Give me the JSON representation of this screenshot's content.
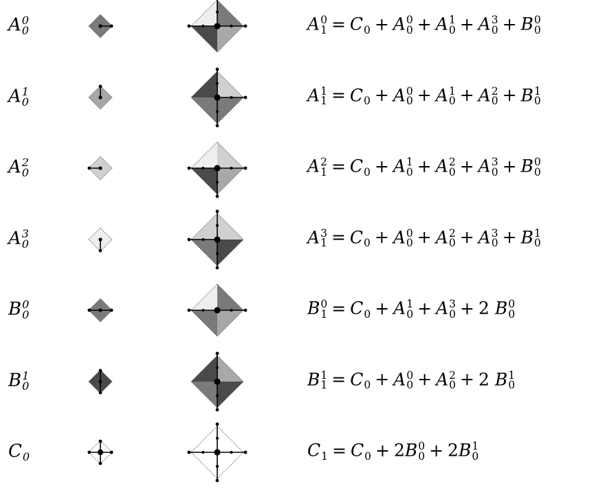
{
  "colors": {
    "dark": "#4a4a4a",
    "mid": "#7a7a7a",
    "light": "#a8a8a8",
    "pale": "#d0d0d0",
    "faint": "#eeeeee",
    "edge": "#555555"
  },
  "rows": [
    {
      "label": {
        "base": "A",
        "sub": "0",
        "sup": "0"
      },
      "small": {
        "fill": "mid",
        "stems": [
          "E"
        ]
      },
      "large": {
        "quads": {
          "N": "faint",
          "E": "mid",
          "S": "light",
          "W": "dark"
        },
        "stems": [
          "N",
          "E",
          "W"
        ]
      },
      "equation": {
        "lhs": {
          "base": "A",
          "sub": "1",
          "sup": "0"
        },
        "terms": [
          {
            "coef": "",
            "base": "C",
            "sub": "0",
            "sup": ""
          },
          {
            "coef": "",
            "base": "A",
            "sub": "0",
            "sup": "0"
          },
          {
            "coef": "",
            "base": "A",
            "sub": "0",
            "sup": "1"
          },
          {
            "coef": "",
            "base": "A",
            "sub": "0",
            "sup": "3"
          },
          {
            "coef": "",
            "base": "B",
            "sub": "0",
            "sup": "0"
          }
        ]
      }
    },
    {
      "label": {
        "base": "A",
        "sub": "0",
        "sup": "1"
      },
      "small": {
        "fill": "light",
        "stems": [
          "N"
        ]
      },
      "large": {
        "quads": {
          "N": "dark",
          "E": "pale",
          "S": "mid",
          "W": "mid"
        },
        "stems": [
          "N",
          "E",
          "S"
        ]
      },
      "equation": {
        "lhs": {
          "base": "A",
          "sub": "1",
          "sup": "1"
        },
        "terms": [
          {
            "coef": "",
            "base": "C",
            "sub": "0",
            "sup": ""
          },
          {
            "coef": "",
            "base": "A",
            "sub": "0",
            "sup": "0"
          },
          {
            "coef": "",
            "base": "A",
            "sub": "0",
            "sup": "1"
          },
          {
            "coef": "",
            "base": "A",
            "sub": "0",
            "sup": "2"
          },
          {
            "coef": "",
            "base": "B",
            "sub": "0",
            "sup": "1"
          }
        ]
      }
    },
    {
      "label": {
        "base": "A",
        "sub": "0",
        "sup": "2"
      },
      "small": {
        "fill": "pale",
        "stems": [
          "W"
        ]
      },
      "large": {
        "quads": {
          "N": "faint",
          "E": "pale",
          "S": "light",
          "W": "dark"
        },
        "stems": [
          "E",
          "S",
          "W"
        ]
      },
      "equation": {
        "lhs": {
          "base": "A",
          "sub": "1",
          "sup": "2"
        },
        "terms": [
          {
            "coef": "",
            "base": "C",
            "sub": "0",
            "sup": ""
          },
          {
            "coef": "",
            "base": "A",
            "sub": "0",
            "sup": "1"
          },
          {
            "coef": "",
            "base": "A",
            "sub": "0",
            "sup": "2"
          },
          {
            "coef": "",
            "base": "A",
            "sub": "0",
            "sup": "3"
          },
          {
            "coef": "",
            "base": "B",
            "sub": "0",
            "sup": "0"
          }
        ]
      }
    },
    {
      "label": {
        "base": "A",
        "sub": "0",
        "sup": "3"
      },
      "small": {
        "fill": "faint",
        "stems": [
          "S"
        ]
      },
      "large": {
        "quads": {
          "N": "pale",
          "E": "pale",
          "S": "dark",
          "W": "mid"
        },
        "stems": [
          "N",
          "S",
          "W"
        ]
      },
      "equation": {
        "lhs": {
          "base": "A",
          "sub": "1",
          "sup": "3"
        },
        "terms": [
          {
            "coef": "",
            "base": "C",
            "sub": "0",
            "sup": ""
          },
          {
            "coef": "",
            "base": "A",
            "sub": "0",
            "sup": "0"
          },
          {
            "coef": "",
            "base": "A",
            "sub": "0",
            "sup": "2"
          },
          {
            "coef": "",
            "base": "A",
            "sub": "0",
            "sup": "3"
          },
          {
            "coef": "",
            "base": "B",
            "sub": "0",
            "sup": "1"
          }
        ]
      }
    },
    {
      "label": {
        "base": "B",
        "sub": "0",
        "sup": "0"
      },
      "small": {
        "fill": "mid",
        "stems": [
          "E",
          "W"
        ]
      },
      "large": {
        "quads": {
          "N": "faint",
          "E": "mid",
          "S": "light",
          "W": "mid"
        },
        "stems": [
          "E",
          "W"
        ]
      },
      "equation": {
        "lhs": {
          "base": "B",
          "sub": "1",
          "sup": "0"
        },
        "terms": [
          {
            "coef": "",
            "base": "C",
            "sub": "0",
            "sup": ""
          },
          {
            "coef": "",
            "base": "A",
            "sub": "0",
            "sup": "1"
          },
          {
            "coef": "",
            "base": "A",
            "sub": "0",
            "sup": "3"
          },
          {
            "coef": "2 ",
            "base": "B",
            "sub": "0",
            "sup": "0"
          }
        ]
      }
    },
    {
      "label": {
        "base": "B",
        "sub": "0",
        "sup": "1"
      },
      "small": {
        "fill": "dark",
        "stems": [
          "N",
          "S"
        ]
      },
      "large": {
        "quads": {
          "N": "dark",
          "E": "light",
          "S": "dark",
          "W": "mid"
        },
        "stems": [
          "N",
          "S"
        ]
      },
      "equation": {
        "lhs": {
          "base": "B",
          "sub": "1",
          "sup": "1"
        },
        "terms": [
          {
            "coef": "",
            "base": "C",
            "sub": "0",
            "sup": ""
          },
          {
            "coef": "",
            "base": "A",
            "sub": "0",
            "sup": "0"
          },
          {
            "coef": "",
            "base": "A",
            "sub": "0",
            "sup": "2"
          },
          {
            "coef": "2 ",
            "base": "B",
            "sub": "0",
            "sup": "1"
          }
        ]
      }
    },
    {
      "label": {
        "base": "C",
        "sub": "0",
        "sup": ""
      },
      "small": {
        "fill": "none",
        "stems": [
          "N",
          "E",
          "S",
          "W"
        ]
      },
      "large": {
        "quads": {
          "N": "none",
          "E": "none",
          "S": "none",
          "W": "none"
        },
        "stems": [
          "N",
          "E",
          "S",
          "W"
        ]
      },
      "equation": {
        "lhs": {
          "base": "C",
          "sub": "1",
          "sup": ""
        },
        "terms": [
          {
            "coef": "",
            "base": "C",
            "sub": "0",
            "sup": ""
          },
          {
            "coef": "2",
            "base": "B",
            "sub": "0",
            "sup": "0"
          },
          {
            "coef": "2",
            "base": "B",
            "sub": "0",
            "sup": "1"
          }
        ]
      }
    }
  ]
}
